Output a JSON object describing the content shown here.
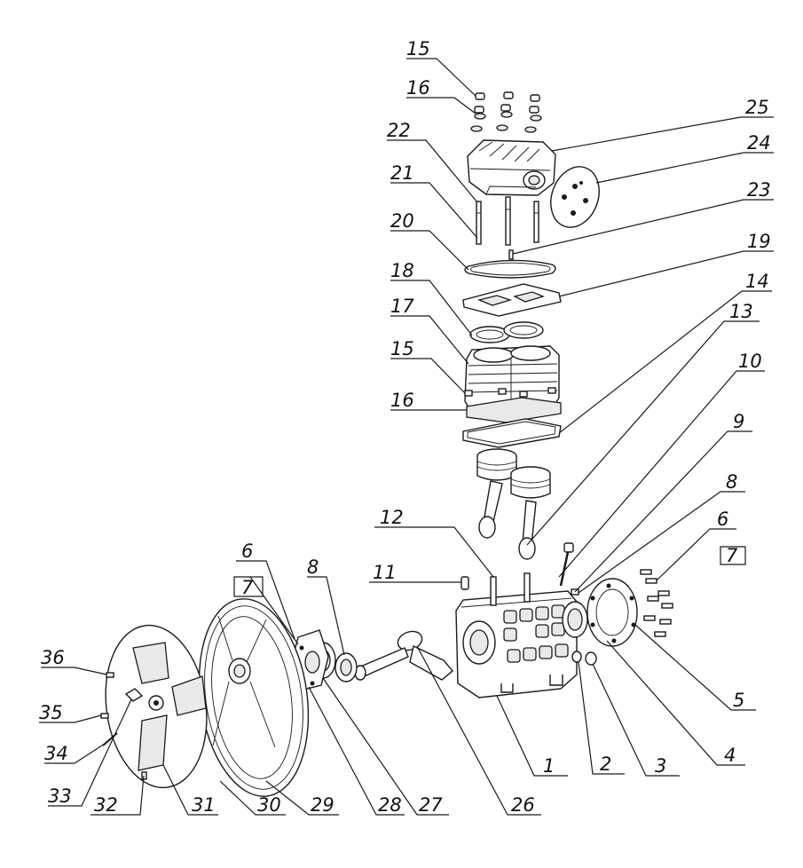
{
  "diagram": {
    "callouts": [
      {
        "id": "c15a",
        "text": "15"
      },
      {
        "id": "c16a",
        "text": "16"
      },
      {
        "id": "c22",
        "text": "22"
      },
      {
        "id": "c21",
        "text": "21"
      },
      {
        "id": "c20",
        "text": "20"
      },
      {
        "id": "c18",
        "text": "18"
      },
      {
        "id": "c17",
        "text": "17"
      },
      {
        "id": "c15b",
        "text": "15"
      },
      {
        "id": "c16b",
        "text": "16"
      },
      {
        "id": "c25",
        "text": "25"
      },
      {
        "id": "c24",
        "text": "24"
      },
      {
        "id": "c23",
        "text": "23"
      },
      {
        "id": "c19",
        "text": "19"
      },
      {
        "id": "c14",
        "text": "14"
      },
      {
        "id": "c13",
        "text": "13"
      },
      {
        "id": "c10",
        "text": "10"
      },
      {
        "id": "c9",
        "text": "9"
      },
      {
        "id": "c8r",
        "text": "8"
      },
      {
        "id": "c6r",
        "text": "6"
      },
      {
        "id": "c7r",
        "text": "7"
      },
      {
        "id": "c12",
        "text": "12"
      },
      {
        "id": "c11",
        "text": "11"
      },
      {
        "id": "c6l",
        "text": "6"
      },
      {
        "id": "c7l",
        "text": "7"
      },
      {
        "id": "c8l",
        "text": "8"
      },
      {
        "id": "c36",
        "text": "36"
      },
      {
        "id": "c35",
        "text": "35"
      },
      {
        "id": "c34",
        "text": "34"
      },
      {
        "id": "c33",
        "text": "33"
      },
      {
        "id": "c32",
        "text": "32"
      },
      {
        "id": "c31",
        "text": "31"
      },
      {
        "id": "c30",
        "text": "30"
      },
      {
        "id": "c29",
        "text": "29"
      },
      {
        "id": "c28",
        "text": "28"
      },
      {
        "id": "c27",
        "text": "27"
      },
      {
        "id": "c26",
        "text": "26"
      },
      {
        "id": "c1",
        "text": "1"
      },
      {
        "id": "c2",
        "text": "2"
      },
      {
        "id": "c3",
        "text": "3"
      },
      {
        "id": "c4",
        "text": "4"
      },
      {
        "id": "c5",
        "text": "5"
      }
    ]
  }
}
